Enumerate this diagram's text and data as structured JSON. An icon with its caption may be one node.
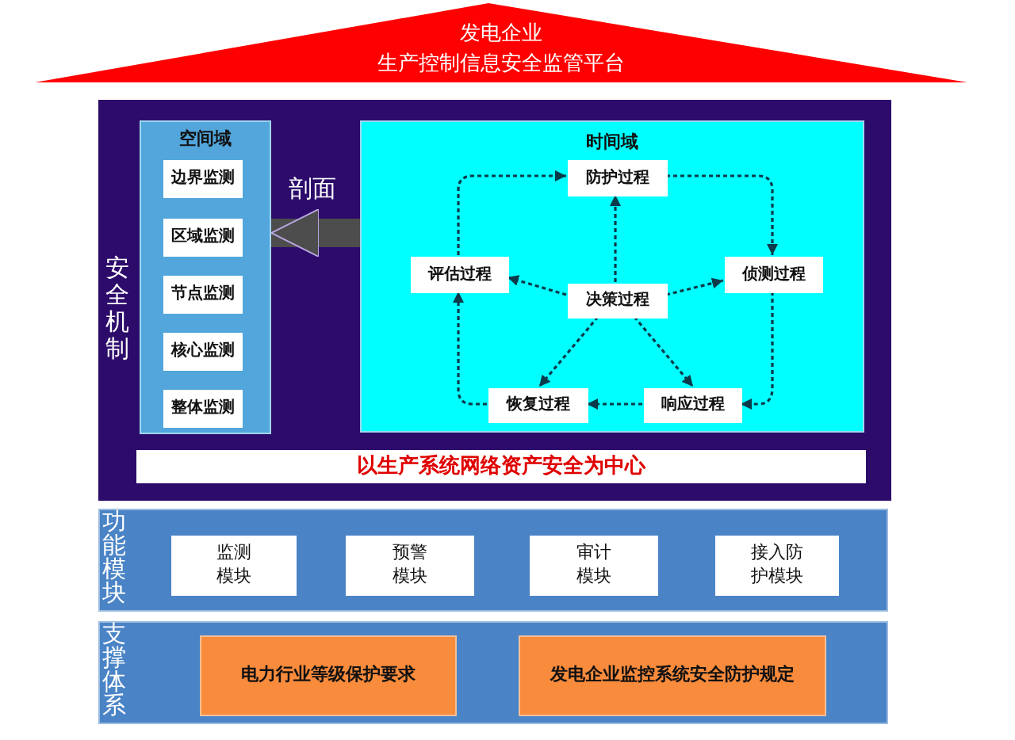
{
  "diagram": {
    "nodes": [
      {
        "text": [
          "发电企业",
          "生产控制信息安全监管平台"
        ]
      },
      {
        "text": [
          "安全机制"
        ]
      },
      {
        "text": [
          "空间域"
        ],
        "in": 1
      },
      {
        "text": [
          "边界监测"
        ],
        "in": 2
      },
      {
        "text": [
          "区域监测"
        ],
        "in": 2
      },
      {
        "text": [
          "节点监测"
        ],
        "in": 2
      },
      {
        "text": [
          "核心监测"
        ],
        "in": 2
      },
      {
        "text": [
          "整体监测"
        ],
        "in": 2
      },
      {
        "text": [
          "时间域"
        ],
        "in": 1
      },
      {
        "text": [
          "防护过程"
        ],
        "in": 8
      },
      {
        "text": [
          "侦测过程"
        ],
        "in": 8
      },
      {
        "text": [
          "响应过程"
        ],
        "in": 8
      },
      {
        "text": [
          "恢复过程"
        ],
        "in": 8
      },
      {
        "text": [
          "评估过程"
        ],
        "in": 8
      },
      {
        "text": [
          "决策过程"
        ],
        "in": 8
      },
      {
        "text": [
          "以生产系统网络资产安全为中心"
        ],
        "in": 1
      },
      {
        "text": [
          "功能模块"
        ]
      },
      {
        "text": [
          "监测模块"
        ],
        "in": 16
      },
      {
        "text": [
          "预警模块"
        ],
        "in": 16
      },
      {
        "text": [
          "审计模块"
        ],
        "in": 16
      },
      {
        "text": [
          "接入防护模块"
        ],
        "in": 16
      },
      {
        "text": [
          "支撑体系"
        ]
      },
      {
        "text": [
          "电力行业等级保护要求"
        ],
        "in": 21
      },
      {
        "text": [
          "发电企业监控系统安全防护规定"
        ],
        "in": 21
      }
    ],
    "edges": [
      {
        "from": 8,
        "to": 2,
        "arrow": "to",
        "label": "剖面",
        "style": "thick",
        "color": "#4d4d4d"
      },
      {
        "from": 9,
        "to": 10,
        "arrow": "to",
        "style": "dashed"
      },
      {
        "from": 10,
        "to": 11,
        "arrow": "to",
        "style": "dashed"
      },
      {
        "from": 11,
        "to": 12,
        "arrow": "to",
        "style": "dashed"
      },
      {
        "from": 12,
        "to": 13,
        "arrow": "to",
        "style": "dashed"
      },
      {
        "from": 13,
        "to": 9,
        "arrow": "to",
        "style": "dashed"
      },
      {
        "from": 14,
        "to": 9,
        "arrow": "to",
        "style": "dashed"
      },
      {
        "from": 14,
        "to": 10,
        "arrow": "to",
        "style": "dashed"
      },
      {
        "from": 14,
        "to": 11,
        "arrow": "to",
        "style": "dashed"
      },
      {
        "from": 14,
        "to": 12,
        "arrow": "to",
        "style": "dashed"
      },
      {
        "from": 14,
        "to": 13,
        "arrow": "to",
        "style": "dashed"
      }
    ]
  }
}
